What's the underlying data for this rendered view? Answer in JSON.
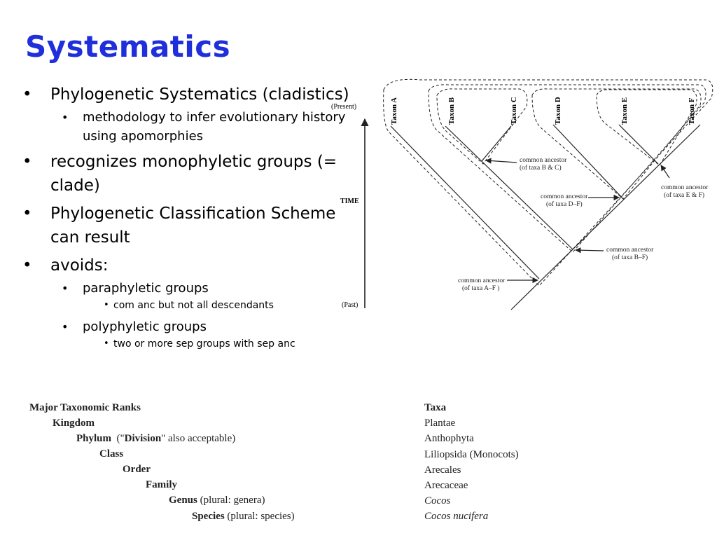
{
  "title": "Systematics",
  "bullets": {
    "b1": "Phylogenetic Systematics (cladistics)",
    "b1_sub1": "methodology to infer evolutionary history using apomorphies",
    "b2": "recognizes monophyletic groups (= clade)",
    "b3": "Phylogenetic Classification Scheme can result",
    "b4": "avoids:",
    "b4_sub1": "paraphyletic groups",
    "b4_sub1_sub1": "com anc but not all descendants",
    "b4_sub2": "polyphyletic groups",
    "b4_sub2_sub1": "two or more sep groups with sep anc",
    "dot": "•"
  },
  "tree": {
    "present_label": "(Present)",
    "time_label": "TIME",
    "past_label": "(Past)",
    "taxa": [
      "Taxon A",
      "Taxon B",
      "Taxon C",
      "Taxon D",
      "Taxon E",
      "Taxon F"
    ],
    "ancestors": {
      "bc": [
        "common ancestor",
        "(of taxa B & C)"
      ],
      "df": [
        "common ancestor",
        "(of taxa D–F)"
      ],
      "ef": [
        "common ancestor",
        "(of taxa E & F)"
      ],
      "bf": [
        "common ancestor",
        "(of taxa B–F)"
      ],
      "af": [
        "common ancestor",
        "(of taxa A–F )"
      ]
    }
  },
  "ranks": {
    "header": "Major Taxonomic Ranks",
    "kingdom": "Kingdom",
    "phylum": "Phylum",
    "phylum_note_pre": "(\"",
    "phylum_note_bold": "Division",
    "phylum_note_post": "\" also acceptable)",
    "class": "Class",
    "order": "Order",
    "family": "Family",
    "genus": "Genus",
    "genus_note": "(plural: genera)",
    "species": "Species",
    "species_note": "(plural: species)"
  },
  "taxa": {
    "header": "Taxa",
    "kingdom": "Plantae",
    "phylum": "Anthophyta",
    "class": "Liliopsida (Monocots)",
    "order": "Arecales",
    "family": "Arecaceae",
    "genus": "Cocos",
    "species": "Cocos nucifera"
  }
}
